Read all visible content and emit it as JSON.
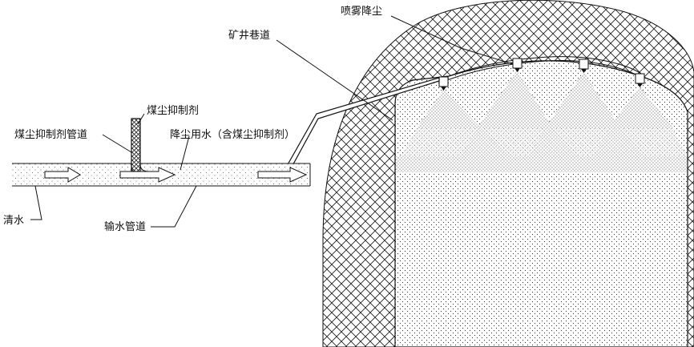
{
  "labels": {
    "spray_dust_reduction": "喷雾降尘",
    "mine_roadway": "矿井巷道",
    "dust_suppressant": "煤尘抑制剂",
    "dust_suppressant_pipe": "煤尘抑制剂管道",
    "dust_water": "降尘用水（含煤尘抑制剂）",
    "clean_water": "清水",
    "water_pipe": "输水管道"
  },
  "icons": [
    "flow-arrow-icon",
    "spray-nozzle-icon"
  ],
  "colors": {
    "ink": "#111111",
    "background": "#ffffff"
  }
}
